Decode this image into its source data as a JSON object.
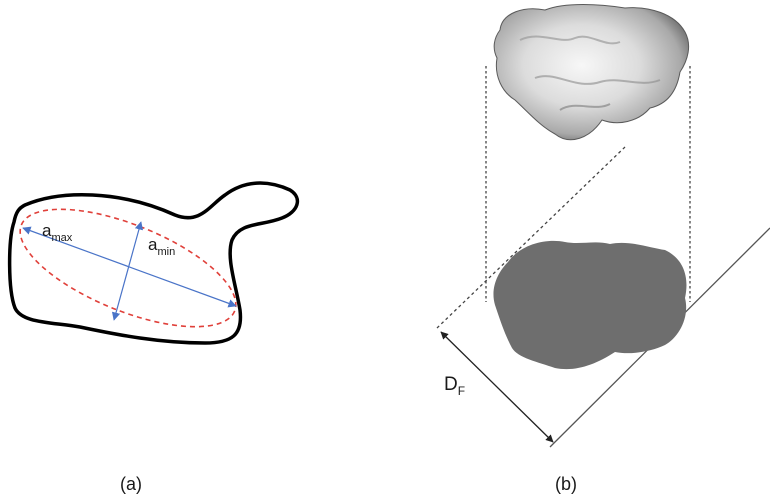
{
  "panel_a": {
    "caption": "(a)",
    "label_max": "a",
    "label_max_sub": "max",
    "label_min": "a",
    "label_min_sub": "min"
  },
  "panel_b": {
    "caption": "(b)",
    "label_df": "D",
    "label_df_sub": "F"
  },
  "colors": {
    "outline": "#000000",
    "ellipse": "#e0403a",
    "axes": "#4a74c8",
    "shadow": "#6e6e6e",
    "projection_lines": "#444444"
  }
}
